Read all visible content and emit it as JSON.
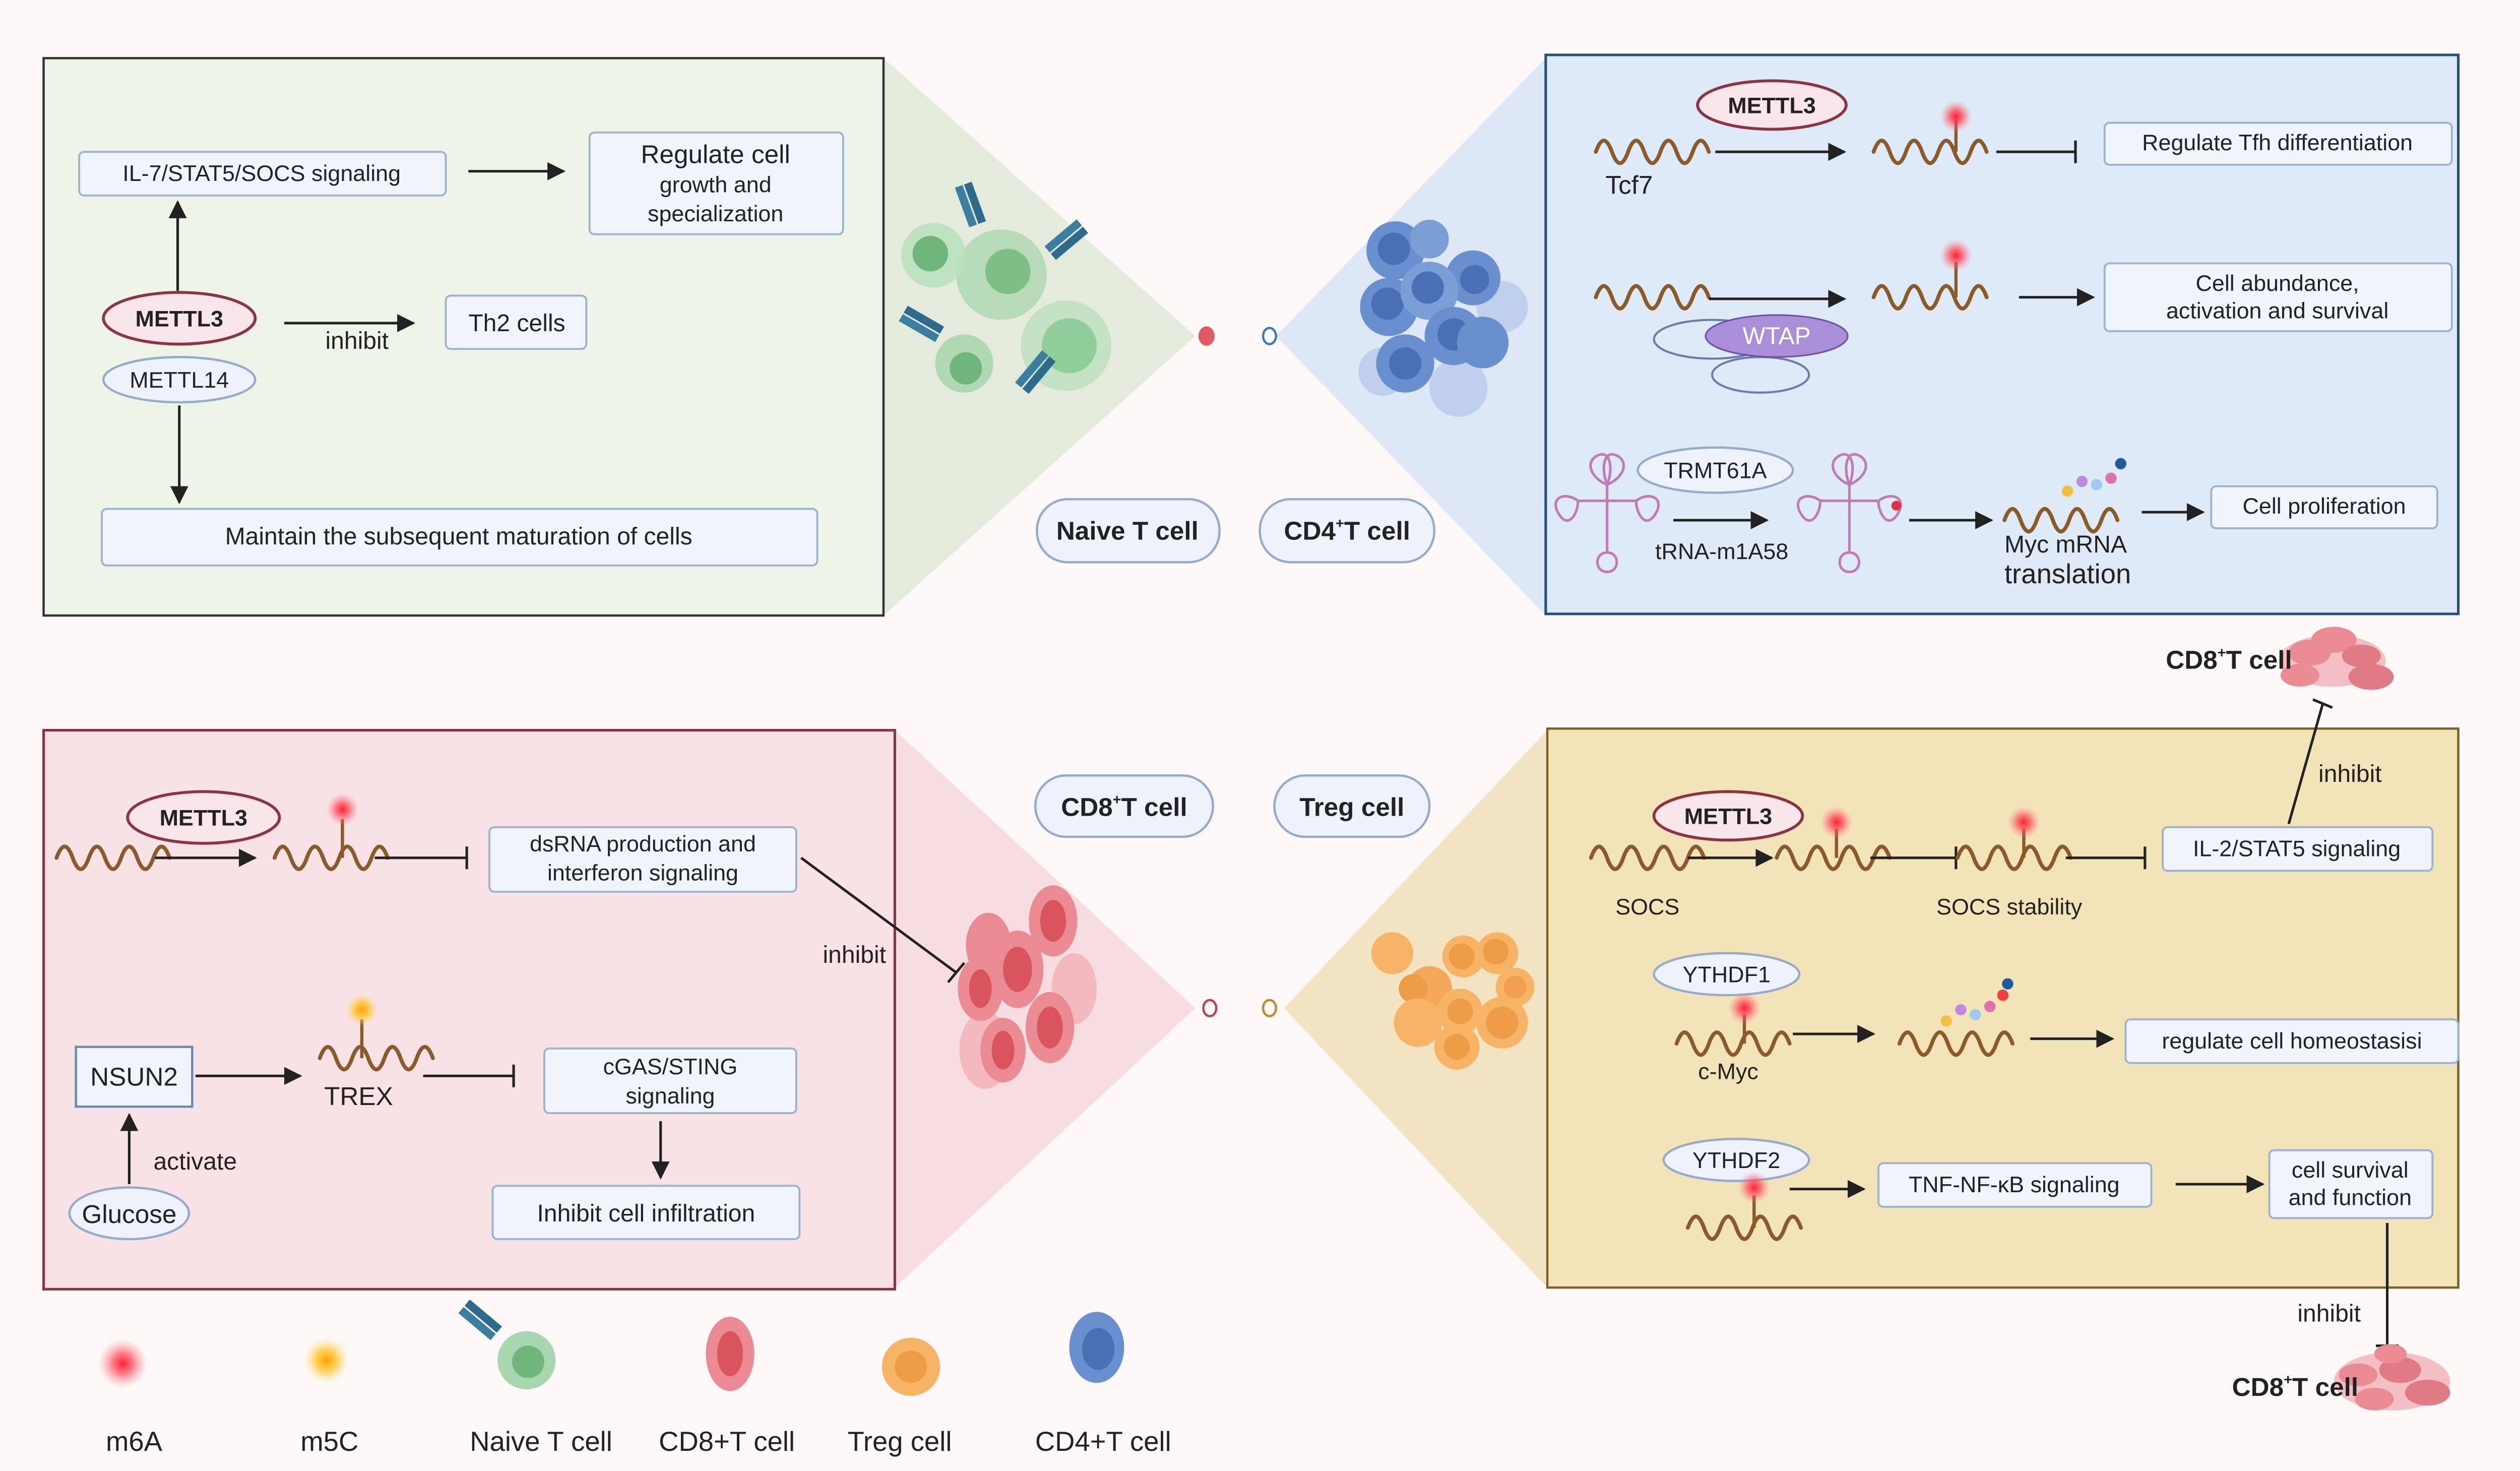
{
  "colors": {
    "naive_panel": "#eef4e8",
    "cd4_panel": "#dfeaf8",
    "cd8_panel": "#f9e2e6",
    "treg_panel": "#f3e3b8",
    "m6a": "#ff3b4a",
    "m5c": "#ffb300"
  },
  "center": {
    "naive_label": "Naive T cell",
    "cd4_label": "CD4",
    "cd4_sup": "+",
    "cd4_suffix": "T cell",
    "cd8_label": "CD8",
    "cd8_sup": "+",
    "cd8_suffix": "T cell",
    "treg_label": "Treg cell"
  },
  "naive": {
    "il7": "IL-7/STAT5/SOCS signaling",
    "regulate_1": "Regulate cell",
    "regulate_2": "growth and",
    "regulate_3": "specialization",
    "mettl3": "METTL3",
    "mettl14": "METTL14",
    "inhibit": "inhibit",
    "th2": "Th2 cells",
    "maintain": "Maintain the subsequent maturation of cells"
  },
  "cd4": {
    "mettl3": "METTL3",
    "tcf7": "Tcf7",
    "tfh": "Regulate Tfh differentiation",
    "wtap": "WTAP",
    "abund_1": "Cell abundance,",
    "abund_2": "activation and survival",
    "trmt": "TRMT61A",
    "trna": "tRNA-m1A58",
    "myc_1": "Myc mRNA",
    "myc_2": "translation",
    "prolif": "Cell proliferation"
  },
  "cd8": {
    "mettl3": "METTL3",
    "dsrna_1": "dsRNA production and",
    "dsrna_2": "interferon signaling",
    "inhibit": "inhibit",
    "nsun2": "NSUN2",
    "trex": "TREX",
    "cgas_1": "cGAS/STING",
    "cgas_2": "signaling",
    "infil": "Inhibit cell infiltration",
    "activate": "activate",
    "glucose": "Glucose"
  },
  "treg": {
    "cd8_top_label": "CD8",
    "cd8_top_sup": "+",
    "cd8_top_suffix": "T cell",
    "inhibit_top": "inhibit",
    "mettl3": "METTL3",
    "socs": "SOCS",
    "socs_stab": "SOCS stability",
    "il2": "IL-2/STAT5 signaling",
    "ythdf1": "YTHDF1",
    "cmyc": "c-Myc",
    "homeo": "regulate cell homeostasisi",
    "ythdf2": "YTHDF2",
    "tnf": "TNF-NF-κB signaling",
    "surv_1": "cell survival",
    "surv_2": "and function",
    "inhibit_bottom": "inhibit",
    "cd8_bot_label": "CD8",
    "cd8_bot_sup": "+",
    "cd8_bot_suffix": "T cell"
  },
  "legend": [
    {
      "label": "m6A"
    },
    {
      "label": "m5C"
    },
    {
      "label": "Naive T cell"
    },
    {
      "label": "CD8+T cell"
    },
    {
      "label": "Treg cell"
    },
    {
      "label": "CD4+T cell"
    }
  ]
}
